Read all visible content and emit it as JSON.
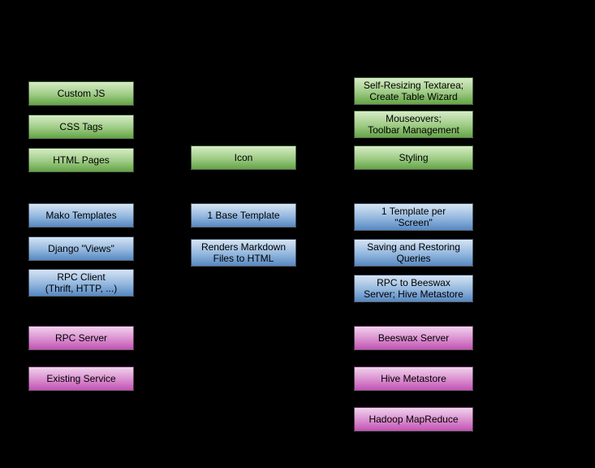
{
  "diagram": {
    "background_color": "#000000",
    "palette": {
      "green": {
        "top": "#d6ecc6",
        "bottom": "#63a446"
      },
      "blue": {
        "top": "#d6e4f4",
        "bottom": "#5788c2"
      },
      "magenta": {
        "top": "#f0d2ec",
        "bottom": "#c253b4"
      }
    },
    "columns": [
      {
        "name": "left",
        "boxes": [
          {
            "label": "Custom JS",
            "color": "green"
          },
          {
            "label": "CSS Tags",
            "color": "green"
          },
          {
            "label": "HTML Pages",
            "color": "green"
          },
          {
            "label": "Mako Templates",
            "color": "blue"
          },
          {
            "label": "Django \"Views\"",
            "color": "blue"
          },
          {
            "label": "RPC Client\n(Thrift, HTTP, ...)",
            "color": "blue"
          },
          {
            "label": "RPC Server",
            "color": "magenta"
          },
          {
            "label": "Existing Service",
            "color": "magenta"
          }
        ]
      },
      {
        "name": "middle",
        "boxes": [
          {
            "label": "Icon",
            "color": "green"
          },
          {
            "label": "1 Base Template",
            "color": "blue"
          },
          {
            "label": "Renders Markdown\nFiles to HTML",
            "color": "blue"
          }
        ]
      },
      {
        "name": "right",
        "boxes": [
          {
            "label": "Self-Resizing Textarea;\nCreate Table Wizard",
            "color": "green"
          },
          {
            "label": "Mouseovers;\nToolbar Management",
            "color": "green"
          },
          {
            "label": "Styling",
            "color": "green"
          },
          {
            "label": "1 Template per\n\"Screen\"",
            "color": "blue"
          },
          {
            "label": "Saving and Restoring\nQueries",
            "color": "blue"
          },
          {
            "label": "RPC to Beeswax\nServer; Hive Metastore",
            "color": "blue"
          },
          {
            "label": "Beeswax Server",
            "color": "magenta"
          },
          {
            "label": "Hive Metastore",
            "color": "magenta"
          },
          {
            "label": "Hadoop MapReduce",
            "color": "magenta"
          }
        ]
      }
    ]
  }
}
